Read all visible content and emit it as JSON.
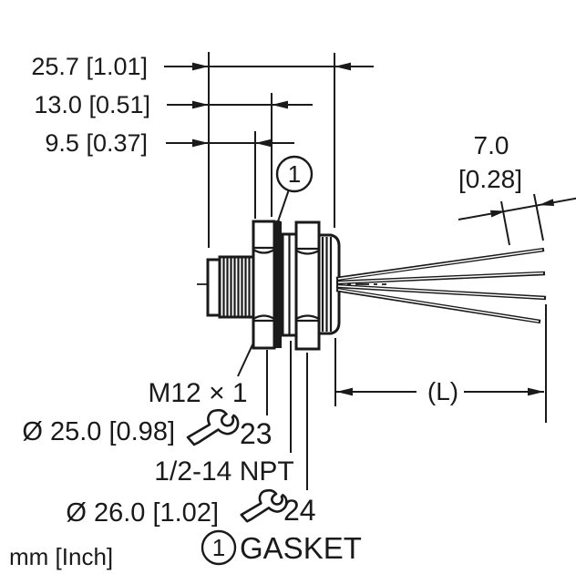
{
  "colors": {
    "ink": "#1a1a1a",
    "background": "#ffffff"
  },
  "dimensions": {
    "overall": "25.7 [1.01]",
    "mid": "13.0 [0.51]",
    "front": "9.5 [0.37]",
    "strip_mm": "7.0",
    "strip_inch": "[0.28]",
    "cable_length": "(L)"
  },
  "labels": {
    "thread_front": "M12 × 1",
    "front_diameter": "Ø 25.0 [0.98]",
    "wrench_front": "23",
    "thread_rear": "1/2-14 NPT",
    "rear_diameter": "Ø 26.0 [1.02]",
    "wrench_rear": "24",
    "balloon_number": "1",
    "gasket_legend": "GASKET",
    "units": "mm [Inch]"
  }
}
